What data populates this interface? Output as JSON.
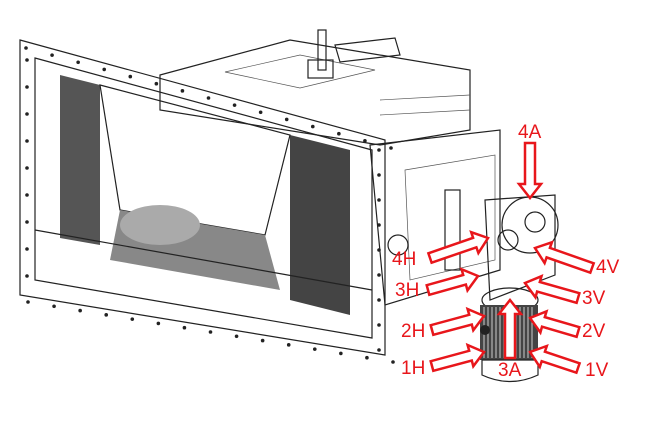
{
  "diagram": {
    "accent_color": "#e8161b",
    "measurement_points": [
      {
        "id": "4A",
        "label": "4A"
      },
      {
        "id": "4H",
        "label": "4H"
      },
      {
        "id": "4V",
        "label": "4V"
      },
      {
        "id": "3H",
        "label": "3H"
      },
      {
        "id": "3V",
        "label": "3V"
      },
      {
        "id": "3A",
        "label": "3A"
      },
      {
        "id": "2H",
        "label": "2H"
      },
      {
        "id": "2V",
        "label": "2V"
      },
      {
        "id": "1H",
        "label": "1H"
      },
      {
        "id": "1V",
        "label": "1V"
      }
    ]
  }
}
